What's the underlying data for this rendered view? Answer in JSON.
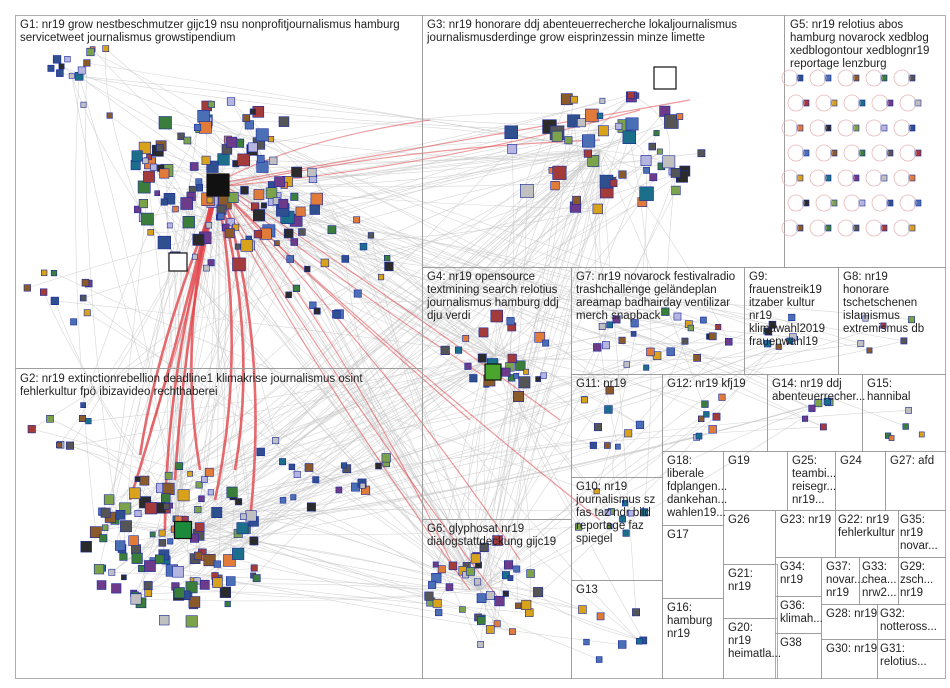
{
  "colors": {
    "edge": "#c9c9c9",
    "edge_strong": "#e0454a",
    "box": "#9a9a9a",
    "label": "#222222",
    "node_border": "#1a2a9a"
  },
  "groups": [
    {
      "id": "G1",
      "label": "G1: nr19 grow nestbeschmutzer gijc19 nsu nonprofitjournalismus hamburg\nservicetweet journalismus growstipendium"
    },
    {
      "id": "G2",
      "label": "G2: nr19 extinctionrebellion deadline1 klimakrise journalismus osint\nfehlerkultur fpö ibizavideo rechthaberei"
    },
    {
      "id": "G3",
      "label": "G3: nr19 honorare ddj abenteuerrecherche lokaljournalismus\njournalismusderdinge grow eisprinzessin minze limette"
    },
    {
      "id": "G4",
      "label": "G4: nr19 opensource\ntextmining search relotius\njournalismus hamburg ddj\ndju verdi"
    },
    {
      "id": "G5",
      "label": "G5: nr19 relotius abos\nhamburg novarock xedblog\nxedblogontour xedblognr19\nreportage lenzburg"
    },
    {
      "id": "G6",
      "label": "G6: glyphosat nr19\ndialogstattdeckung gijc19"
    },
    {
      "id": "G7",
      "label": "G7: nr19 novarock festivalradio\ntrashchallenge geländeplan\nareamap badhairday ventilizar\nmerch snapback"
    },
    {
      "id": "G8",
      "label": "G8: nr19\nhonorare\ntschetschenen\nislamismus\nextremismus db"
    },
    {
      "id": "G9",
      "label": "G9: frauenstreik19\nitzaber kultur\nnr19\nklimawahl2019\nfrauenwahl19"
    },
    {
      "id": "G10",
      "label": "G10: nr19\njournalismus sz\nfas taz ndr bild\nreportage faz\nspiegel"
    },
    {
      "id": "G11",
      "label": "G11: nr19"
    },
    {
      "id": "G12",
      "label": "G12: nr19 kfj19"
    },
    {
      "id": "G13",
      "label": "G13"
    },
    {
      "id": "G14",
      "label": "G14: nr19 ddj\nabenteuerrecher..."
    },
    {
      "id": "G15",
      "label": "G15:\nhannibal"
    },
    {
      "id": "G16",
      "label": "G16:\nhamburg\nnr19"
    },
    {
      "id": "G17",
      "label": "G17"
    },
    {
      "id": "G18",
      "label": "G18:\nliberale\nfdplangen...\ndankehan...\nwahlen19..."
    },
    {
      "id": "G19",
      "label": "G19"
    },
    {
      "id": "G20",
      "label": "G20:\nnr19\nheimatla..."
    },
    {
      "id": "G21",
      "label": "G21:\nnr19"
    },
    {
      "id": "G22",
      "label": "G22: nr19\nfehlerkultur"
    },
    {
      "id": "G23",
      "label": "G23: nr19"
    },
    {
      "id": "G24",
      "label": "G24"
    },
    {
      "id": "G25",
      "label": "G25:\nteambi...\nreisegr...\nnr19..."
    },
    {
      "id": "G26",
      "label": "G26"
    },
    {
      "id": "G27",
      "label": "G27: afd"
    },
    {
      "id": "G28",
      "label": "G28: nr19"
    },
    {
      "id": "G29",
      "label": "G29:\nzsch...\nnr19"
    },
    {
      "id": "G30",
      "label": "G30: nr19"
    },
    {
      "id": "G31",
      "label": "G31:\nrelotius..."
    },
    {
      "id": "G32",
      "label": "G32:\nnotteross..."
    },
    {
      "id": "G33",
      "label": "G33:\nchea...\nnrw2..."
    },
    {
      "id": "G34",
      "label": "G34:\nnr19"
    },
    {
      "id": "G35",
      "label": "G35:\nnr19\nnovar..."
    },
    {
      "id": "G36",
      "label": "G36:\nklimah..."
    },
    {
      "id": "G37",
      "label": "G37:\nnovar...\nnr19"
    },
    {
      "id": "G38",
      "label": "G38"
    }
  ]
}
